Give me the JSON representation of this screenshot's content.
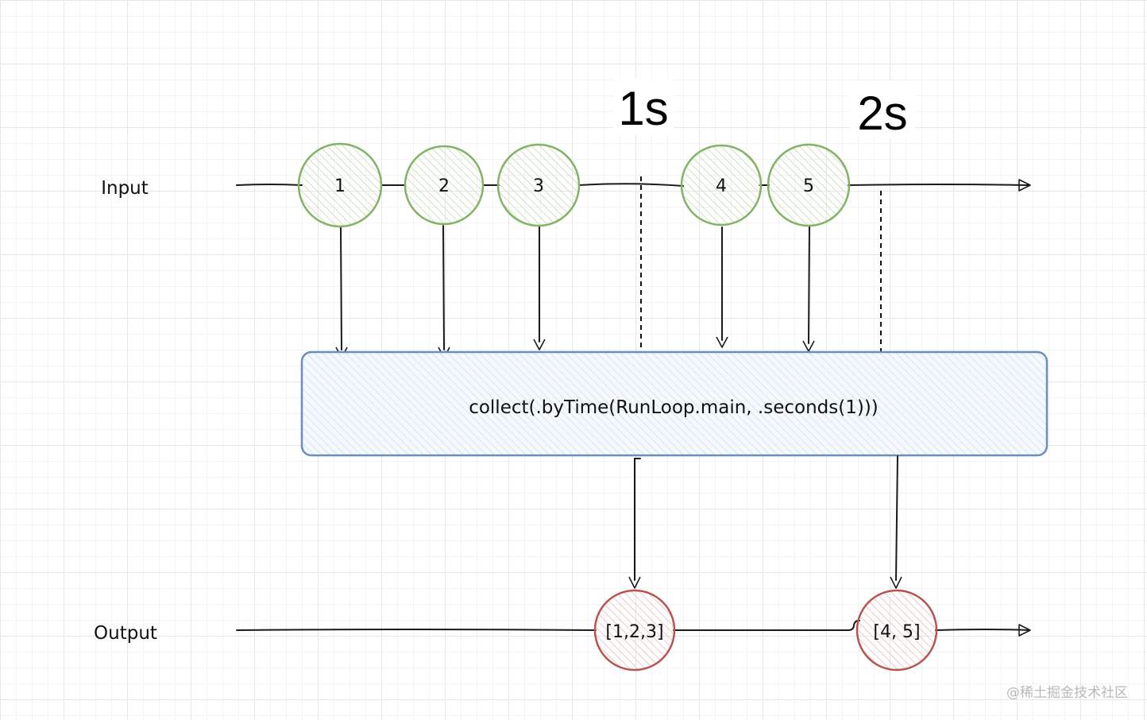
{
  "input_label": "Input",
  "output_label": "Output",
  "time_markers": [
    "1s",
    "2s"
  ],
  "input_events": [
    "1",
    "2",
    "3",
    "4",
    "5"
  ],
  "operator": "collect(.byTime(RunLoop.main, .seconds(1)))",
  "output_events": [
    "[1,2,3]",
    "[4, 5]"
  ],
  "watermark": "@稀土掘金技术社区",
  "colors": {
    "input_stroke": "#82b366",
    "output_stroke": "#b85450",
    "operator_stroke": "#6c8ebf"
  }
}
